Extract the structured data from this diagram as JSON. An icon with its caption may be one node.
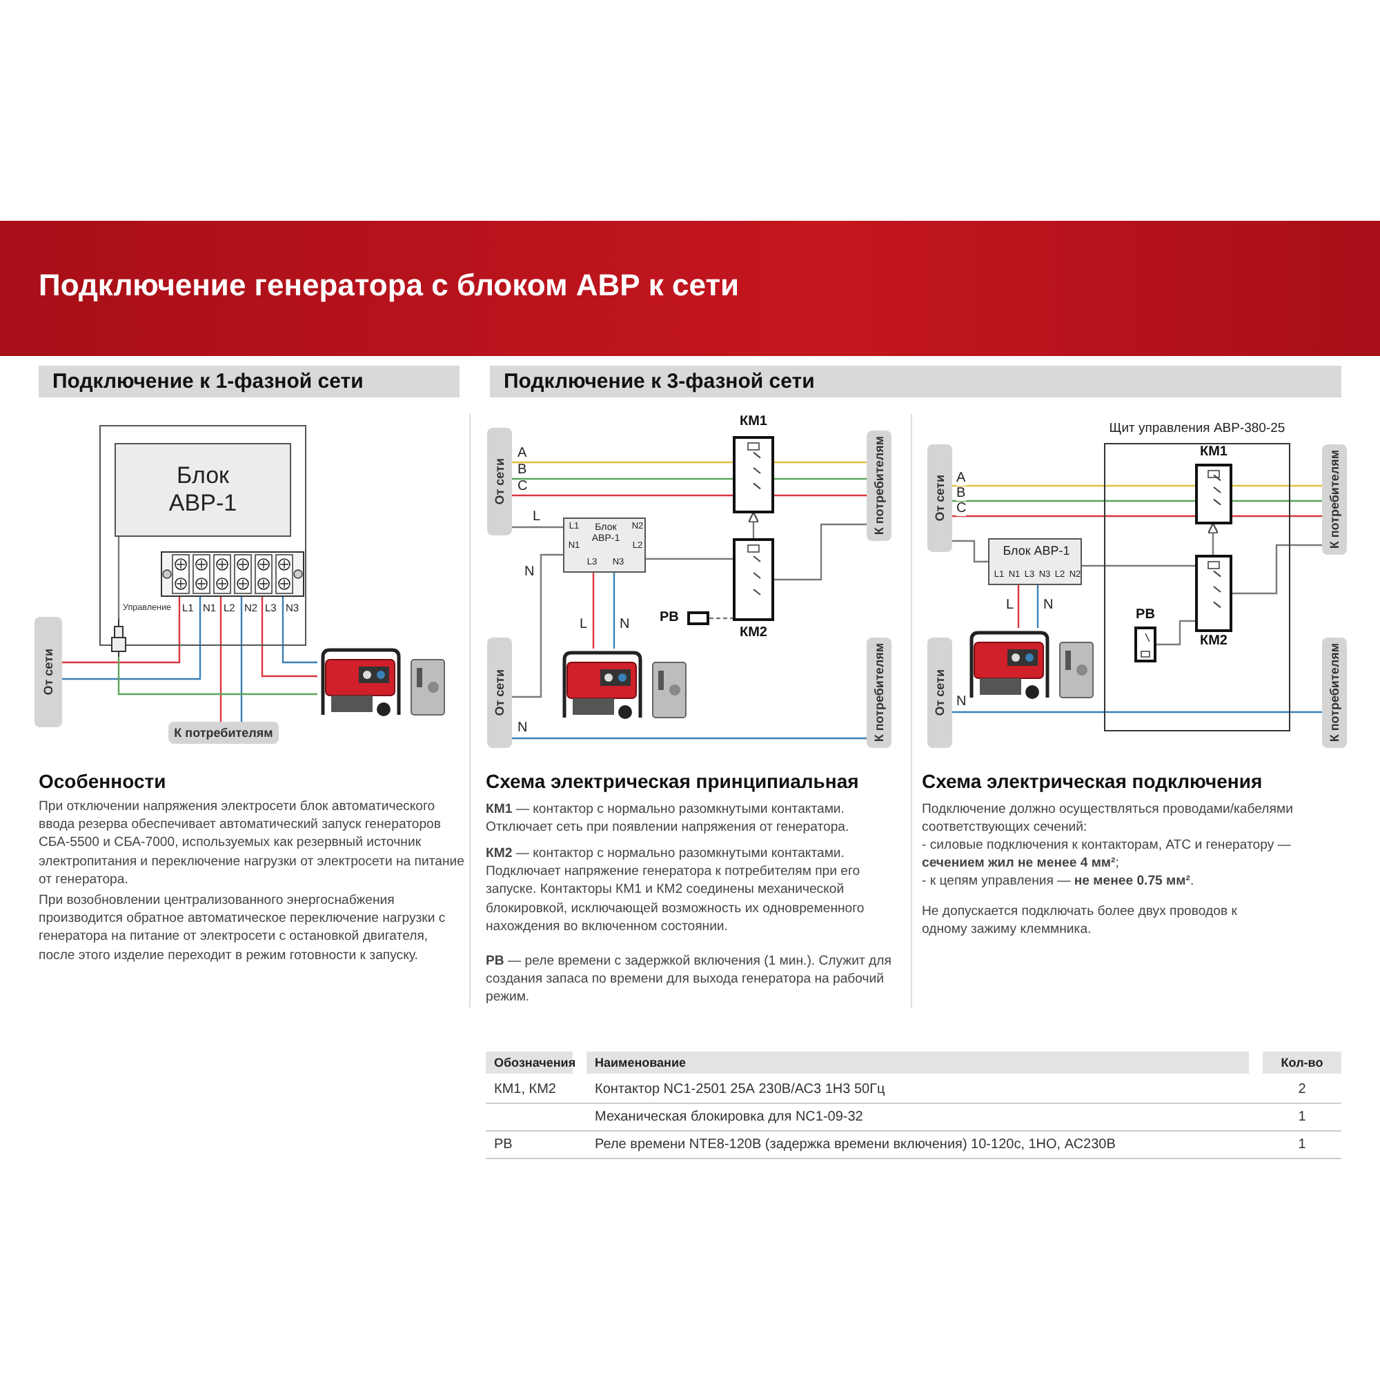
{
  "diagram": {
    "title": "Подключение генератора с блоком АВР к сети",
    "nodes": [
      {
        "text": [],
        "shape": "box"
      },
      {
        "text": [
          "Блок АВР-1"
        ],
        "in": 0
      },
      {
        "text": [],
        "shape": "bar",
        "in": 0
      },
      {
        "text": [],
        "shape": "plug",
        "beside": [
          "Управление"
        ]
      },
      {
        "text": [
          "От сети"
        ]
      },
      {
        "text": [
          "К потребителям"
        ]
      },
      {
        "text": [],
        "shape": "picture"
      },
      {
        "text": [
          "От сети"
        ]
      },
      {
        "text": [
          "От сети"
        ]
      },
      {
        "text": [
          "К потребителям"
        ]
      },
      {
        "text": [
          "К потребителям"
        ]
      },
      {
        "text": [
          "КМ1"
        ]
      },
      {
        "text": [
          "КМ2"
        ]
      },
      {
        "text": [
          "L1",
          "Блок АВР-1",
          "N2",
          "N1",
          "L2",
          "L3",
          "N3"
        ]
      },
      {
        "text": [
          "РВ"
        ]
      },
      {
        "text": [],
        "shape": "picture"
      },
      {
        "text": [
          "От сети"
        ]
      },
      {
        "text": [
          "От сети"
        ]
      },
      {
        "text": [
          "К потребителям"
        ]
      },
      {
        "text": [
          "К потребителям"
        ]
      },
      {
        "text": [
          "Щит управления АВР-380-25"
        ]
      },
      {
        "text": [
          "КМ1"
        ],
        "in": 20
      },
      {
        "text": [
          "КМ2"
        ],
        "in": 20
      },
      {
        "text": [
          "РВ"
        ],
        "in": 20
      },
      {
        "text": [
          "Блок АВР-1",
          "L1",
          "N1",
          "L3",
          "N3",
          "L2",
          "N2"
        ]
      },
      {
        "text": [],
        "shape": "picture"
      }
    ],
    "edges": [
      {
        "from": 4,
        "to": 2,
        "arrow": "none",
        "color": "#d9363e"
      },
      {
        "from": 4,
        "to": 2,
        "arrow": "none",
        "color": "#3a7fb5"
      },
      {
        "from": 2,
        "to": 5,
        "arrow": "none",
        "color": "#d9363e"
      },
      {
        "from": 2,
        "to": 5,
        "arrow": "none",
        "color": "#3a7fb5"
      },
      {
        "from": 6,
        "to": 2,
        "arrow": "none",
        "color": "#d9363e"
      },
      {
        "from": 6,
        "to": 2,
        "arrow": "none",
        "color": "#3a7fb5"
      },
      {
        "from": 1,
        "to": 3,
        "arrow": "none"
      },
      {
        "from": 6,
        "to": 3,
        "arrow": "none",
        "color": "#5aa55a"
      },
      {
        "from": 7,
        "to": 11,
        "arrow": "none",
        "label": "A",
        "color": "#e0c23a"
      },
      {
        "from": 7,
        "to": 11,
        "arrow": "none",
        "label": "B",
        "color": "#5aa55a"
      },
      {
        "from": 7,
        "to": 11,
        "arrow": "none",
        "label": "C",
        "color": "#d9363e"
      },
      {
        "from": 11,
        "to": 9,
        "arrow": "none",
        "color": "#e0c23a"
      },
      {
        "from": 11,
        "to": 9,
        "arrow": "none",
        "color": "#5aa55a"
      },
      {
        "from": 11,
        "to": 9,
        "arrow": "none",
        "color": "#d9363e"
      },
      {
        "from": 7,
        "to": 13,
        "arrow": "none",
        "label": "L"
      },
      {
        "from": 8,
        "to": 13,
        "arrow": "none",
        "label": "N"
      },
      {
        "from": 15,
        "to": 13,
        "arrow": "none",
        "label": "L",
        "color": "#d9363e"
      },
      {
        "from": 15,
        "to": 13,
        "arrow": "none",
        "label": "N",
        "color": "#3a7fb5"
      },
      {
        "from": 13,
        "to": 12,
        "arrow": "none"
      },
      {
        "from": 12,
        "to": 9,
        "arrow": "none"
      },
      {
        "from": 14,
        "to": 12,
        "arrow": "none",
        "style": "dashed"
      },
      {
        "from": 12,
        "to": 11,
        "arrow": "to"
      },
      {
        "from": 8,
        "to": 10,
        "arrow": "none",
        "label": "N",
        "color": "#3a7fb5"
      },
      {
        "from": 16,
        "to": 21,
        "arrow": "none",
        "label": "A",
        "color": "#e0c23a"
      },
      {
        "from": 16,
        "to": 21,
        "arrow": "none",
        "label": "B",
        "color": "#5aa55a"
      },
      {
        "from": 16,
        "to": 21,
        "arrow": "none",
        "label": "C",
        "color": "#d9363e"
      },
      {
        "from": 21,
        "to": 18,
        "arrow": "none",
        "color": "#e0c23a"
      },
      {
        "from": 21,
        "to": 18,
        "arrow": "none",
        "color": "#5aa55a"
      },
      {
        "from": 21,
        "to": 18,
        "arrow": "none",
        "color": "#d9363e"
      },
      {
        "from": 25,
        "to": 24,
        "arrow": "none",
        "label": "L",
        "color": "#d9363e"
      },
      {
        "from": 25,
        "to": 24,
        "arrow": "none",
        "label": "N",
        "color": "#3a7fb5"
      },
      {
        "from": 24,
        "to": 22,
        "arrow": "none"
      },
      {
        "from": 23,
        "to": 22,
        "arrow": "none"
      },
      {
        "from": 22,
        "to": 21,
        "arrow": "to"
      },
      {
        "from": 17,
        "to": 19,
        "arrow": "none",
        "label": "N",
        "color": "#3a7fb5"
      },
      {
        "from": 22,
        "to": 18,
        "arrow": "none"
      },
      {
        "from": 16,
        "to": 24,
        "arrow": "none"
      }
    ],
    "labels": [
      "Подключение к 1-фазной сети",
      "Подключение к 3-фазной сети",
      "L1",
      "N1",
      "L2",
      "N2",
      "L3",
      "N3",
      "Особенности",
      "При отключении напряжения электросети блок автоматического ввода резерва обеспечивает автоматический запуск генераторов СБА-5500 и СБА-7000, используемых как резервный источник электропитания и переключение нагрузки от электросети на питание от генератора.",
      "При возобновлении централизованного энергоснабжения производится обратное автоматическое переключение нагрузки с генератора на питание от электросети с остановкой двигателя, после этого изделие переходит в режим готовности к запуску.",
      "Схема электрическая принципиальная",
      "**КМ1** — контактор с нормально разомкнутыми контактами. Отключает сеть при появлении напряжения от генератора.",
      "**КМ2** — контактор с нормально разомкнутыми контактами. Подключает напряжение генератора к потребителям при его запуске. Контакторы КМ1 и КМ2 соединены механической блокировкой, исключающей возможность их одновременного нахождения во включенном состоянии.",
      "**РВ** — реле времени с задержкой включения (1 мин.). Служит для создания запаса по времени для выхода генератора на рабочий режим.",
      "Схема электрическая подключения",
      "Подключение должно осуществляться проводами/кабелями соответствующих сечений:",
      "- силовые подключения к контакторам, АТС и генератору — **сечением жил не менее 4 мм²**;",
      "- к цепям управления — **не менее 0.75 мм²**.",
      "Не допускается подключать более двух проводов к одному зажиму клеммника.",
      "Обозначения",
      "Наименование",
      "Кол-во",
      "КМ1, КМ2",
      "Контактор NC1-2501 25А 230В/АС3 1Н3 50Гц",
      "2",
      "Механическая блокировка для NC1-09-32",
      "1",
      "РВ",
      "Реле времени NTE8-120В (задержка времени включения) 10-120с, 1НО, АС230В",
      "1"
    ]
  }
}
